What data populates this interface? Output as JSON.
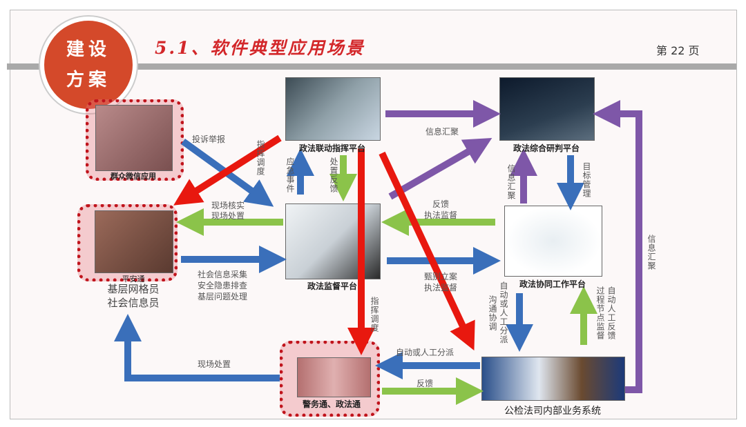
{
  "header": {
    "badge_line1": "建设",
    "badge_line2": "方案",
    "title": "5.1、软件典型应用场景",
    "page": "第 22 页"
  },
  "nodes": {
    "command": "政法联动指挥平台",
    "research": "政法综合研判平台",
    "supervise": "政法监督平台",
    "collab": "政法协同工作平台",
    "wechat": "群众微信应用",
    "pingan": "平安通",
    "grid1": "基层网格员",
    "grid2": "社会信息员",
    "police": "警务通、政法通",
    "internal": "公检法司内部业务系统"
  },
  "edges": {
    "info_gather_top": "信息汇聚",
    "complaint": "投诉举报",
    "dispatch1": "指挥调度",
    "emergency": "应急事件",
    "feedback_handle": "处置反馈",
    "verify1": "现场核实",
    "verify2": "现场处置",
    "collect1": "社会信息采集",
    "collect2": "安全隐患排查",
    "collect3": "基层问题处理",
    "fb1": "反馈",
    "fb2": "执法监督",
    "screen1": "甄别立案",
    "screen2": "执法监督",
    "dispatch2": "指挥调度",
    "info_gather_mid": "信息汇聚",
    "target": "目标管理",
    "auto_assign_v": "自动或人工分派",
    "communicate": "沟通协调",
    "auto_fb": "自动人工反馈",
    "node_sup": "过程节点监督",
    "info_gather_right": "信息汇聚",
    "auto_assign_h": "自动或人工分派",
    "feedback": "反馈",
    "onsite": "现场处置"
  },
  "colors": {
    "red": "#e8180f",
    "blue": "#3a6fba",
    "green": "#8bc34a",
    "purple": "#7e57a8",
    "badge": "#d4492a"
  }
}
